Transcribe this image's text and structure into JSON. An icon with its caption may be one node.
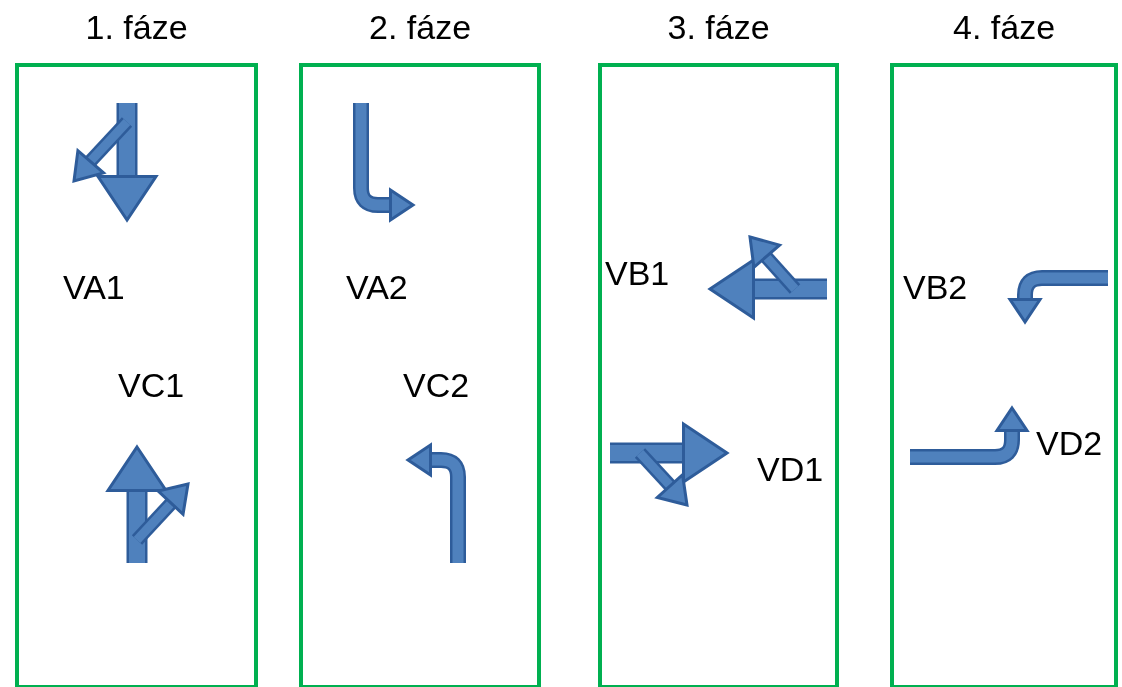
{
  "diagram": {
    "nodes": [
      {
        "text": [
          "1. fáze"
        ]
      },
      {
        "text": [
          "2. fáze"
        ]
      },
      {
        "text": [
          "3. fáze"
        ]
      },
      {
        "text": [
          "4. fáze"
        ]
      }
    ],
    "labels": [
      "VA1",
      "VC1",
      "VA2",
      "VC2",
      "VB1",
      "VD1",
      "VB2",
      "VD2"
    ]
  }
}
